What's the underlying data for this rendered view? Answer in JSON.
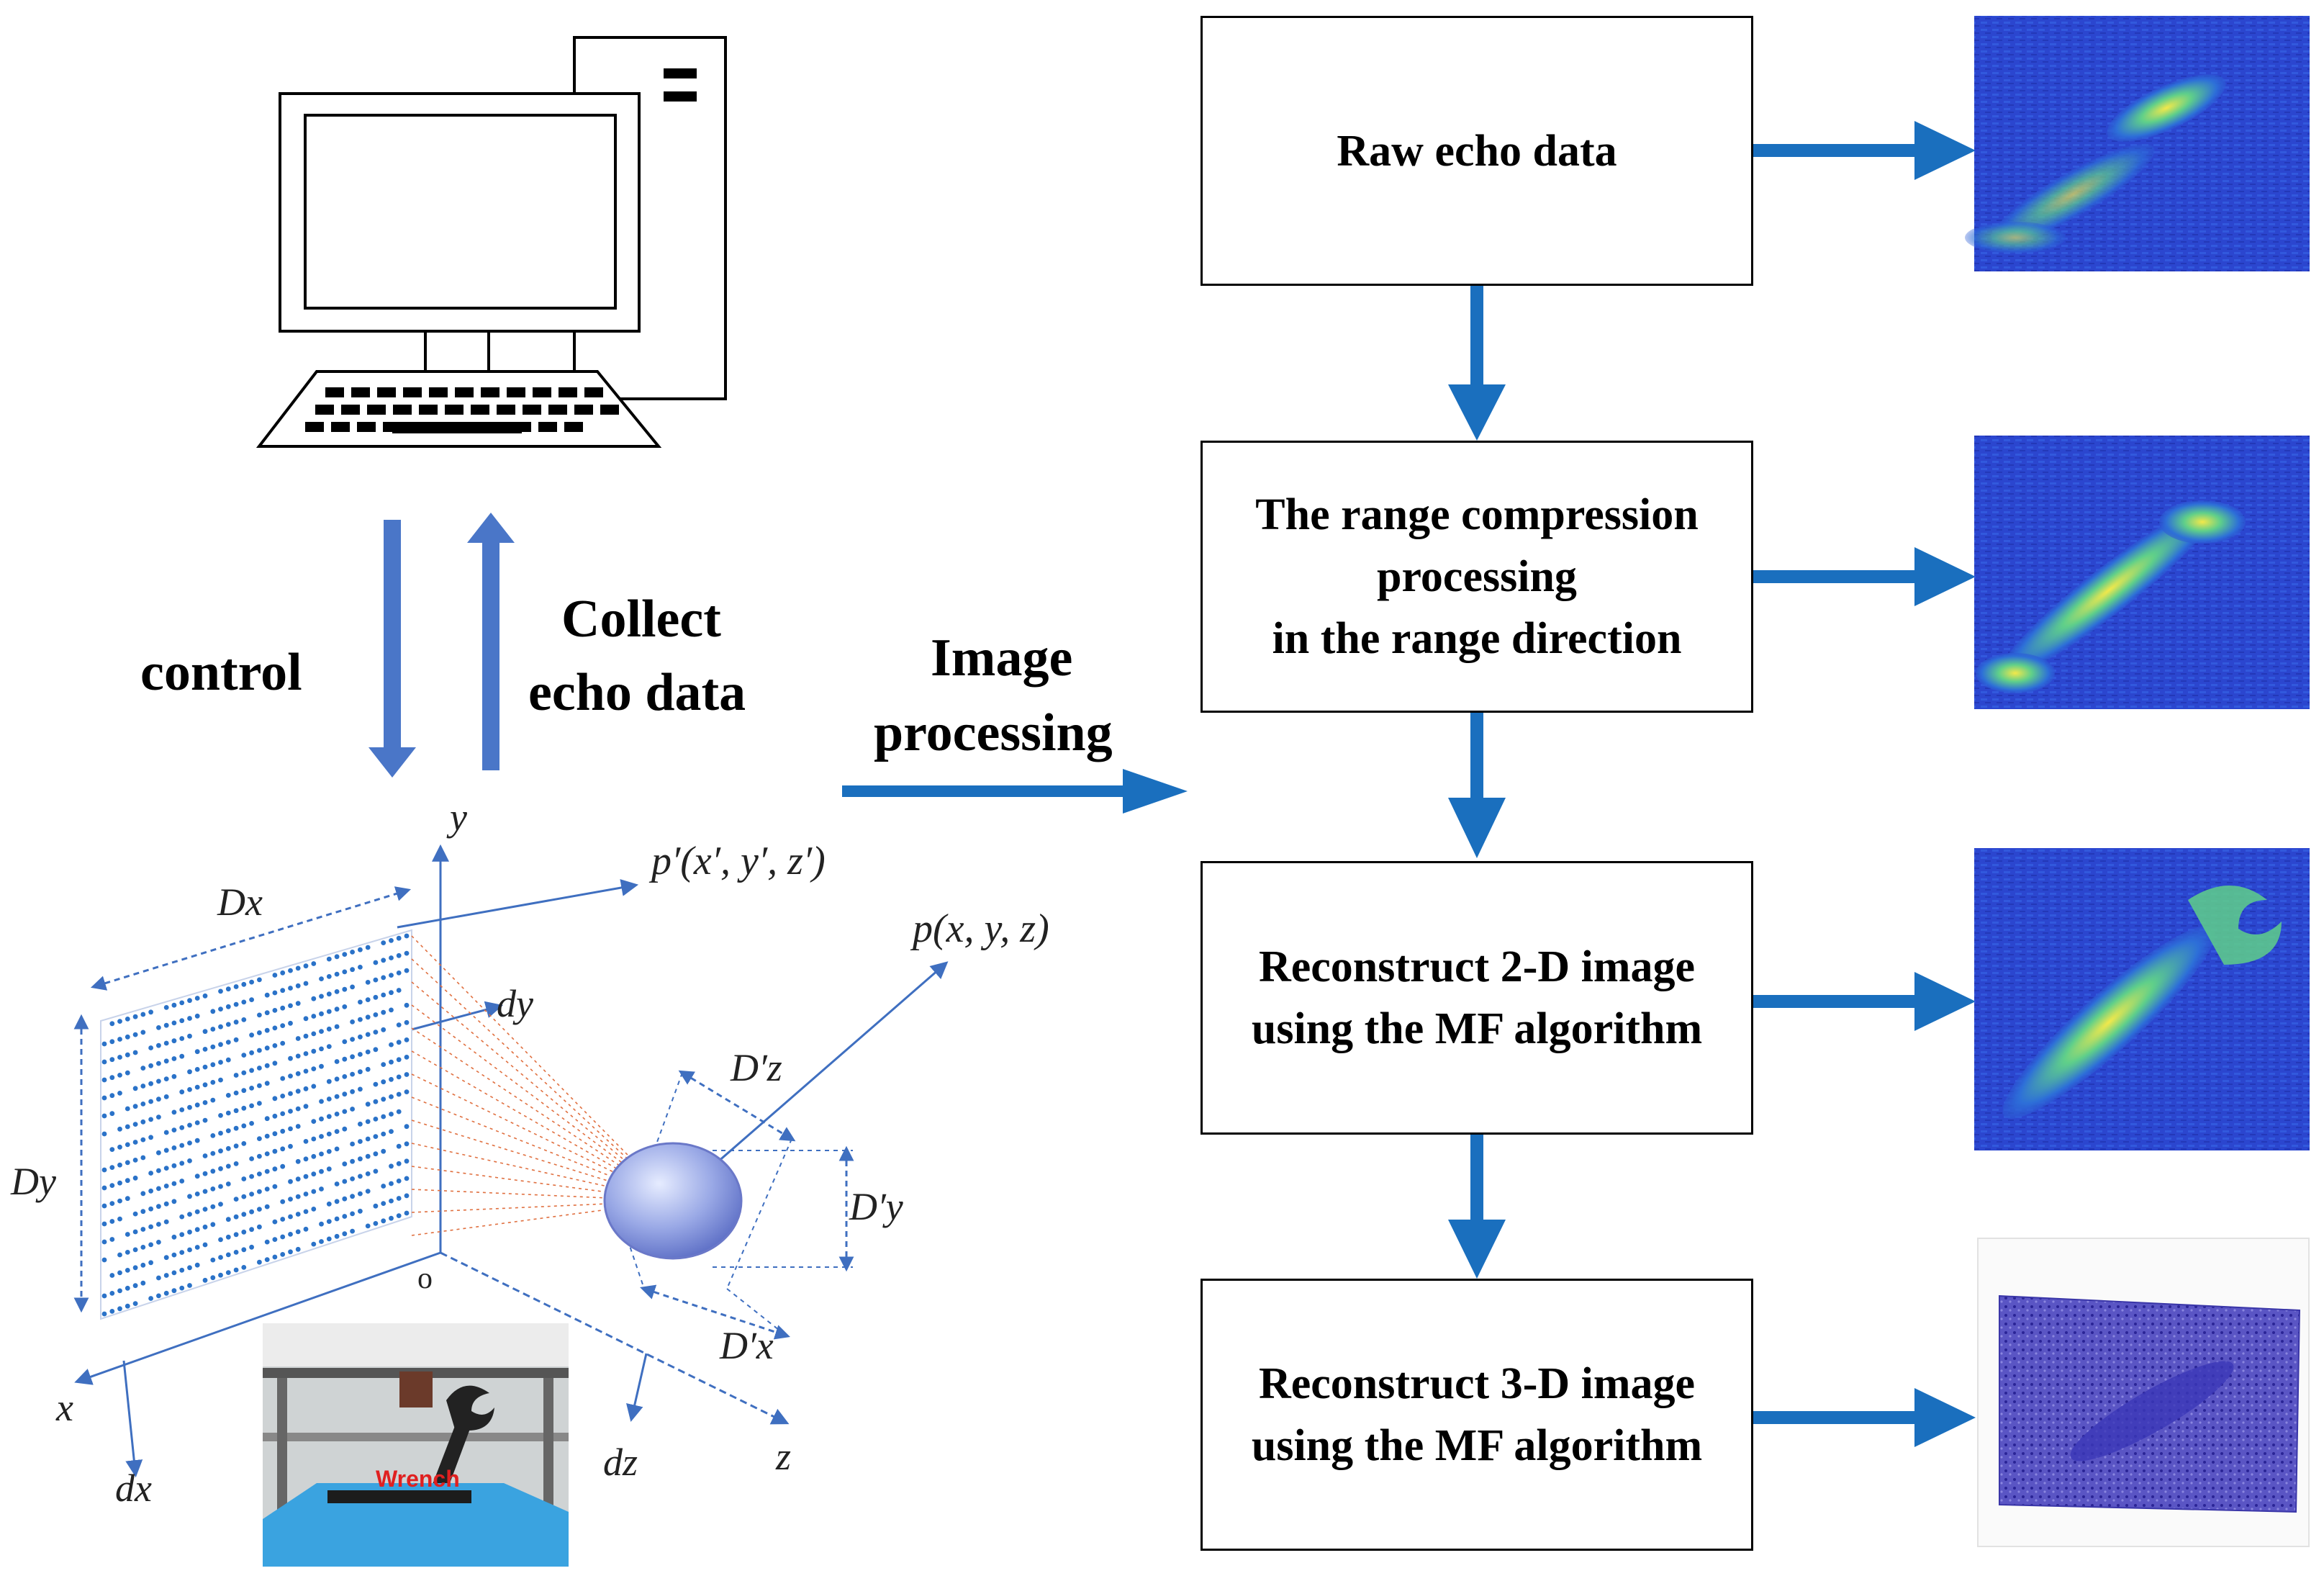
{
  "left": {
    "control_label": "control",
    "collect_label": [
      "Collect",
      "echo data"
    ],
    "image_processing_label": [
      "Image",
      "processing"
    ],
    "axes": {
      "y": "y",
      "x": "x",
      "z": "z",
      "dz": "dz",
      "dx": "dx",
      "dy": "dy",
      "origin": "o"
    },
    "dims": {
      "Dx": "Dx",
      "Dy": "Dy",
      "Dpz": "D′z",
      "Dpy": "D′y",
      "Dpx": "D′x"
    },
    "points": {
      "p_prime": "p′(x′, y′, z′)",
      "p": "p(x, y, z)"
    },
    "photo_label": "Wrench"
  },
  "steps": [
    {
      "lines": [
        "Raw echo data"
      ]
    },
    {
      "lines": [
        "The range compression",
        "processing",
        "in the range direction"
      ]
    },
    {
      "lines": [
        "Reconstruct 2-D image",
        "using the MF algorithm"
      ]
    },
    {
      "lines": [
        "Reconstruct 3-D image",
        "using the  MF algorithm"
      ]
    }
  ],
  "colors": {
    "arrow": "#1a6fbe",
    "axis": "#3f6fc0",
    "array_dot": "#2a72c8",
    "ray": "#e07040",
    "heat_bg": "#2a3fcf",
    "heat_hot": "#f3e84a"
  }
}
